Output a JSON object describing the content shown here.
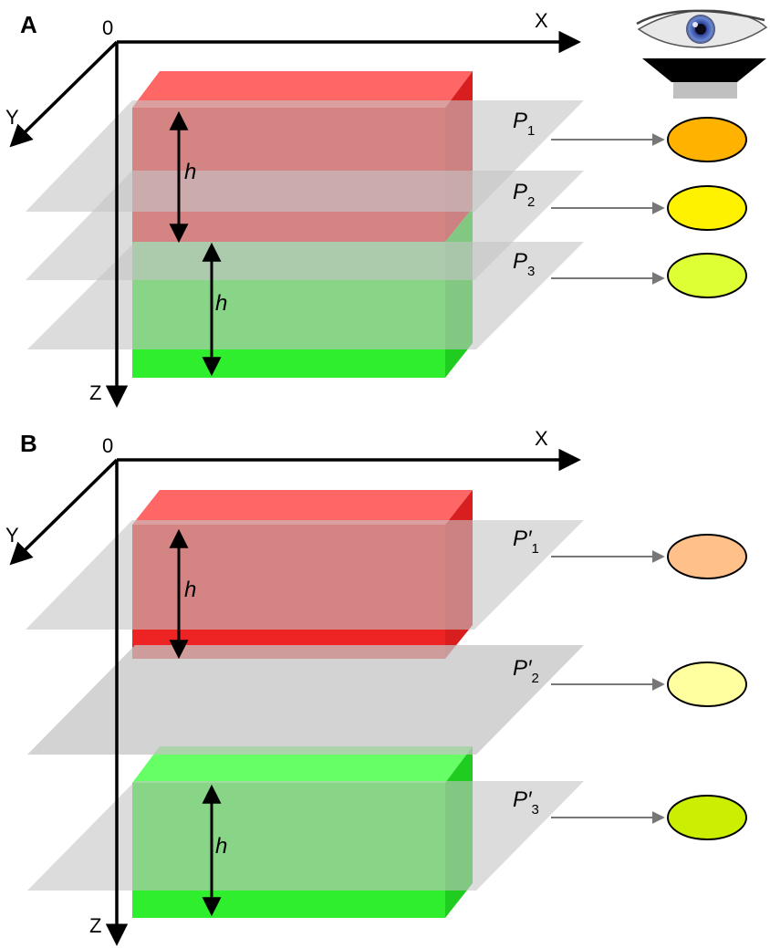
{
  "panels": {
    "a": {
      "letter": "A",
      "origin": "0",
      "x_axis": "X",
      "y_axis": "Y",
      "z_axis": "Z",
      "h_label": "h",
      "planes": [
        {
          "label": "P",
          "sub": "1",
          "prime": "",
          "color": "#FFB300"
        },
        {
          "label": "P",
          "sub": "2",
          "prime": "",
          "color": "#FFF200"
        },
        {
          "label": "P",
          "sub": "3",
          "prime": "",
          "color": "#DDFF33"
        }
      ]
    },
    "b": {
      "letter": "B",
      "origin": "0",
      "x_axis": "X",
      "y_axis": "Y",
      "z_axis": "Z",
      "h_label": "h",
      "planes": [
        {
          "label": "P",
          "sub": "1",
          "prime": "′",
          "color": "#FFC08A"
        },
        {
          "label": "P",
          "sub": "2",
          "prime": "′",
          "color": "#FFFFA0"
        },
        {
          "label": "P",
          "sub": "3",
          "prime": "′",
          "color": "#CCEE00"
        }
      ]
    }
  },
  "colors": {
    "red_block": "#EE2222",
    "green_block": "#22EE22",
    "plane": "#C8C8C8"
  }
}
